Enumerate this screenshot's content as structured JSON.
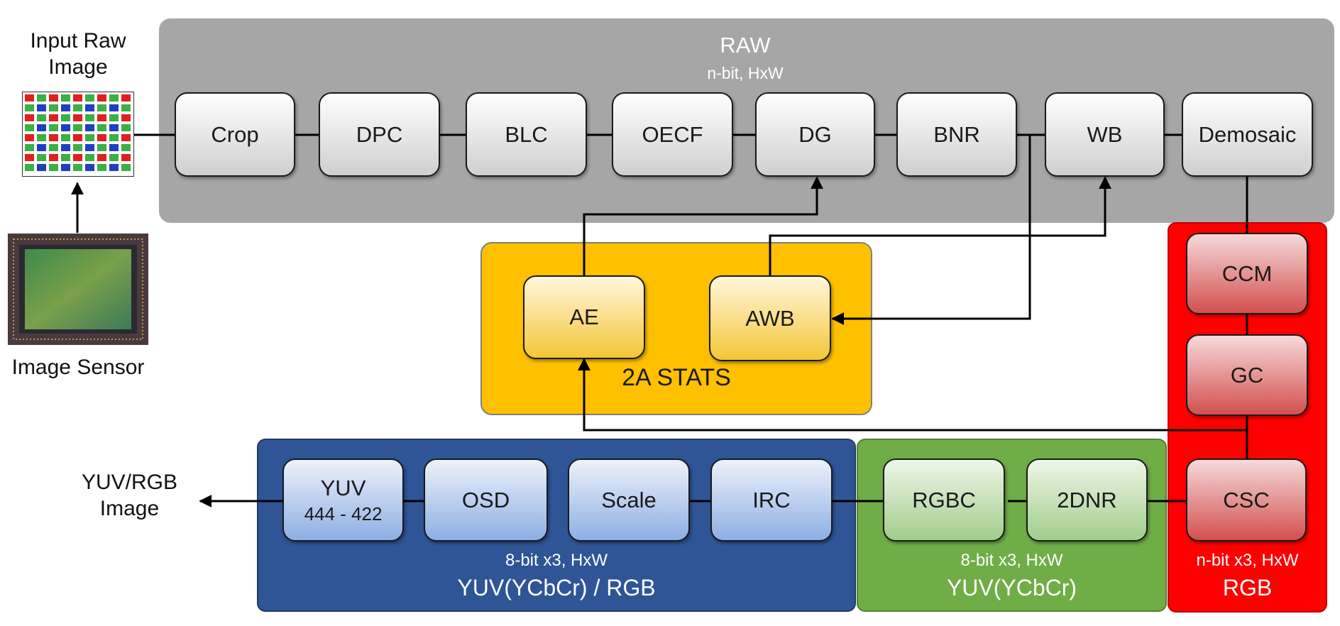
{
  "input": {
    "label": "Input Raw\nImage"
  },
  "sensor": {
    "label": "Image Sensor"
  },
  "output": {
    "label": "YUV/RGB\nImage"
  },
  "raw": {
    "title": "RAW",
    "sub": "n-bit, HxW",
    "blocks": [
      "Crop",
      "DPC",
      "BLC",
      "OECF",
      "DG",
      "BNR",
      "WB",
      "Demosaic"
    ]
  },
  "stats": {
    "title": "2A STATS",
    "blocks": [
      "AE",
      "AWB"
    ]
  },
  "rgb": {
    "sub": "n-bit x3, HxW",
    "title": "RGB",
    "blocks": [
      "CCM",
      "GC",
      "CSC"
    ]
  },
  "ycbcr": {
    "sub": "8-bit x3, HxW",
    "title": "YUV(YCbCr)",
    "blocks": [
      "RGBC",
      "2DNR"
    ]
  },
  "yuvrgb": {
    "sub": "8-bit x3, HxW",
    "title": "YUV(YCbCr) / RGB",
    "yuv_line1": "YUV",
    "yuv_line2": "444 - 422",
    "blocks": [
      "OSD",
      "Scale",
      "IRC"
    ]
  },
  "colors": {
    "raw_region": "#a6a6a6",
    "stats_region": "#ffc000",
    "rgb_region": "#ff0000",
    "ycbcr_region": "#70ad47",
    "yuvrgb_region": "#2f5597"
  }
}
